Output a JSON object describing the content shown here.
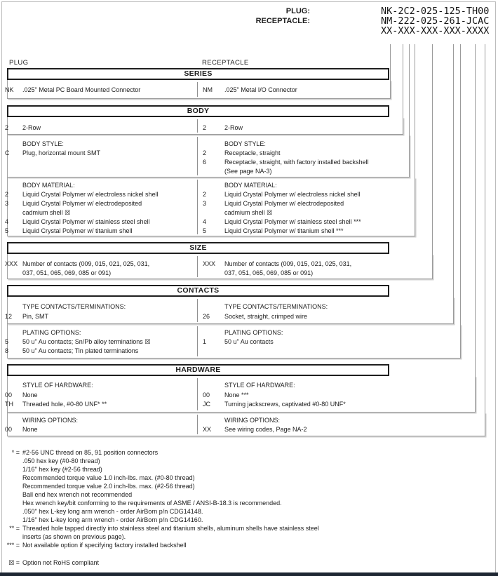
{
  "header": {
    "plug_label": "PLUG:",
    "plug_value": "NK-2C2-025-125-TH00",
    "receptacle_label": "RECEPTACLE:",
    "receptacle_value": "NM-222-025-261-JCAC",
    "pattern": "XX-XXX-XXX-XXX-XXXX"
  },
  "columns": {
    "left": "PLUG",
    "right": "RECEPTACLE"
  },
  "sections": [
    {
      "title": "SERIES",
      "subsections": [
        {
          "left": {
            "rows": [
              {
                "code": "NK",
                "lines": [
                  ".025\" Metal PC Board Mounted Connector"
                ]
              }
            ]
          },
          "right": {
            "rows": [
              {
                "code": "NM",
                "lines": [
                  ".025\" Metal I/O Connector"
                ]
              }
            ]
          }
        }
      ]
    },
    {
      "title": "BODY",
      "subsections": [
        {
          "left": {
            "rows": [
              {
                "code": "2",
                "lines": [
                  "2-Row"
                ]
              }
            ]
          },
          "right": {
            "rows": [
              {
                "code": "2",
                "lines": [
                  "2-Row"
                ]
              }
            ]
          }
        },
        {
          "left": {
            "heading": "BODY STYLE:",
            "rows": [
              {
                "code": "C",
                "lines": [
                  "Plug, horizontal mount SMT"
                ]
              }
            ]
          },
          "right": {
            "heading": "BODY STYLE:",
            "rows": [
              {
                "code": "2",
                "lines": [
                  "Receptacle, straight"
                ]
              },
              {
                "code": "6",
                "lines": [
                  "Receptacle, straight, with factory installed backshell",
                  "(See page NA-3)"
                ]
              }
            ]
          }
        },
        {
          "left": {
            "heading": "BODY MATERIAL:",
            "rows": [
              {
                "code": "2",
                "lines": [
                  "Liquid Crystal Polymer w/ electroless nickel shell"
                ]
              },
              {
                "code": "3",
                "lines": [
                  "Liquid Crystal Polymer w/ electrodeposited",
                  "cadmium shell  ☒"
                ]
              },
              {
                "code": "4",
                "lines": [
                  "Liquid Crystal Polymer w/ stainless steel shell"
                ]
              },
              {
                "code": "5",
                "lines": [
                  "Liquid Crystal Polymer w/ titanium shell"
                ]
              }
            ]
          },
          "right": {
            "heading": "BODY MATERIAL:",
            "rows": [
              {
                "code": "2",
                "lines": [
                  "Liquid Crystal Polymer w/ electroless nickel shell"
                ]
              },
              {
                "code": "3",
                "lines": [
                  "Liquid Crystal Polymer w/ electrodeposited",
                  "cadmium shell  ☒"
                ]
              },
              {
                "code": "4",
                "lines": [
                  "Liquid Crystal Polymer w/ stainless steel shell ***"
                ]
              },
              {
                "code": "5",
                "lines": [
                  "Liquid Crystal Polymer w/ titanium shell ***"
                ]
              }
            ]
          }
        }
      ]
    },
    {
      "title": "SIZE",
      "subsections": [
        {
          "left": {
            "rows": [
              {
                "code": "XXX",
                "lines": [
                  "Number of contacts (009, 015, 021, 025, 031,",
                  "037, 051, 065, 069, 085 or 091)"
                ]
              }
            ]
          },
          "right": {
            "rows": [
              {
                "code": "XXX",
                "lines": [
                  "Number of contacts (009, 015, 021, 025, 031,",
                  "037, 051, 065, 069, 085 or 091)"
                ]
              }
            ]
          }
        }
      ]
    },
    {
      "title": "CONTACTS",
      "subsections": [
        {
          "left": {
            "heading": "TYPE CONTACTS/TERMINATIONS:",
            "rows": [
              {
                "code": "12",
                "lines": [
                  "Pin, SMT"
                ]
              }
            ]
          },
          "right": {
            "heading": "TYPE CONTACTS/TERMINATIONS:",
            "rows": [
              {
                "code": "26",
                "lines": [
                  "Socket, straight, crimped wire"
                ]
              }
            ]
          }
        },
        {
          "left": {
            "heading": "PLATING OPTIONS:",
            "rows": [
              {
                "code": "5",
                "lines": [
                  "50 u\" Au contacts; Sn/Pb alloy terminations  ☒"
                ]
              },
              {
                "code": "8",
                "lines": [
                  "50 u\" Au contacts; Tin plated terminations"
                ]
              }
            ]
          },
          "right": {
            "heading": "PLATING OPTIONS:",
            "rows": [
              {
                "code": "1",
                "lines": [
                  "50 u\" Au contacts"
                ]
              }
            ]
          }
        }
      ]
    },
    {
      "title": "HARDWARE",
      "subsections": [
        {
          "left": {
            "heading": "STYLE OF HARDWARE:",
            "rows": [
              {
                "code": "00",
                "lines": [
                  "None"
                ]
              },
              {
                "code": "TH",
                "lines": [
                  "Threaded hole, #0-80 UNF*  **"
                ]
              }
            ]
          },
          "right": {
            "heading": "STYLE OF HARDWARE:",
            "rows": [
              {
                "code": "00",
                "lines": [
                  "None  ***"
                ]
              },
              {
                "code": "JC",
                "lines": [
                  "Turning jackscrews, captivated #0-80 UNF*"
                ]
              }
            ]
          }
        },
        {
          "left": {
            "heading": "WIRING OPTIONS:",
            "rows": [
              {
                "code": "00",
                "lines": [
                  "None"
                ]
              }
            ]
          },
          "right": {
            "heading": "WIRING OPTIONS:",
            "rows": [
              {
                "code": "XX",
                "lines": [
                  "See wiring codes, Page NA-2"
                ]
              }
            ]
          }
        }
      ]
    }
  ],
  "footnotes": [
    {
      "m": "*",
      "t": "#2-56 UNC thread on 85, 91 position connectors"
    },
    {
      "m": "",
      "t": ".050 hex key (#0-80 thread)"
    },
    {
      "m": "",
      "t": "1/16\" hex key (#2-56 thread)"
    },
    {
      "m": "",
      "t": "Recommended torque value 1.0 inch-lbs. max. (#0-80 thread)"
    },
    {
      "m": "",
      "t": "Recommended torque value 2.0 inch-lbs. max. (#2-56 thread)"
    },
    {
      "m": "",
      "t": "Ball end hex wrench not recommended"
    },
    {
      "m": "",
      "t": "Hex wrench key/bit conforming to the requirements of ASME / ANSI-B-18.3 is recommended."
    },
    {
      "m": "",
      "t": ".050\" hex L-key long arm wrench - order AirBorn p/n CDG14148."
    },
    {
      "m": "",
      "t": "1/16\" hex L-key long arm wrench - order AirBorn p/n CDG14160."
    },
    {
      "m": "**",
      "t": "Threaded hole tapped directly into stainless steel and titanium shells, aluminum shells have stainless steel"
    },
    {
      "m": "",
      "t": "inserts (as shown on previous page)."
    },
    {
      "m": "***",
      "t": "Not available option if specifying factory installed backshell"
    }
  ],
  "rohs_note": {
    "m": "☒",
    "t": "Option not RoHS compliant"
  },
  "colors": {
    "footer_bar": "#1e2733",
    "band_border": "#1f1f1f",
    "line_gray": "#9b9b9b",
    "text": "#1c1c1c"
  }
}
